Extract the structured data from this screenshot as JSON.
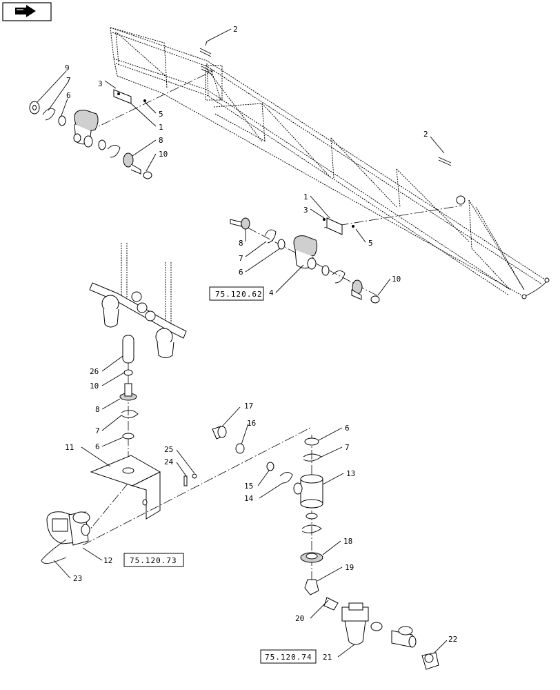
{
  "nav_icon": "page-forward-icon",
  "callouts": {
    "c1a": "1",
    "c1b": "1",
    "c2a": "2",
    "c2b": "2",
    "c3a": "3",
    "c3b": "3",
    "c4": "4",
    "c5a": "5",
    "c5b": "5",
    "c6a": "6",
    "c6b": "6",
    "c6c": "6",
    "c6d": "6",
    "c7a": "7",
    "c7b": "7",
    "c7c": "7",
    "c7d": "7",
    "c8a": "8",
    "c8b": "8",
    "c8c": "8",
    "c9": "9",
    "c10a": "10",
    "c10b": "10",
    "c10c": "10",
    "c11": "11",
    "c12": "12",
    "c13": "13",
    "c14": "14",
    "c15": "15",
    "c16": "16",
    "c17": "17",
    "c18": "18",
    "c19": "19",
    "c20": "20",
    "c21": "21",
    "c22": "22",
    "c23": "23",
    "c24": "24",
    "c25": "25",
    "c26": "26"
  },
  "references": {
    "ref_a": "75.120.62",
    "ref_b": "75.120.73",
    "ref_c": "75.120.74"
  }
}
